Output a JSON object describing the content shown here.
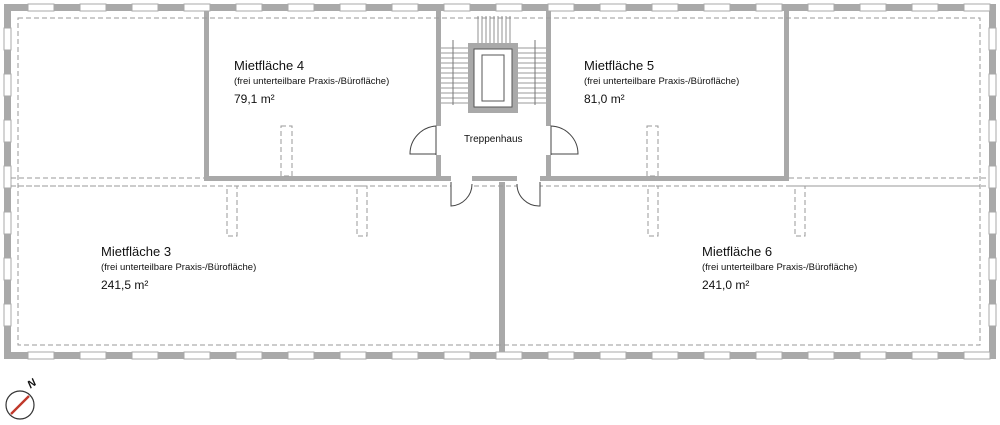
{
  "rooms": {
    "r4": {
      "title": "Mietfläche 4",
      "subtitle": "(frei unterteilbare Praxis-/Bürofläche)",
      "area": "79,1 m²"
    },
    "r5": {
      "title": "Mietfläche 5",
      "subtitle": "(frei unterteilbare Praxis-/Bürofläche)",
      "area": "81,0 m²"
    },
    "r3": {
      "title": "Mietfläche 3",
      "subtitle": "(frei unterteilbare Praxis-/Bürofläche)",
      "area": "241,5 m²"
    },
    "r6": {
      "title": "Mietfläche 6",
      "subtitle": "(frei unterteilbare Praxis-/Bürofläche)",
      "area": "241,0 m²"
    }
  },
  "stairwell": {
    "label": "Treppenhaus"
  },
  "compass": {
    "letter": "N",
    "needle_color": "#c0392b"
  },
  "colors": {
    "wall": "#a9a9a9",
    "dash": "#9a9a9a"
  }
}
